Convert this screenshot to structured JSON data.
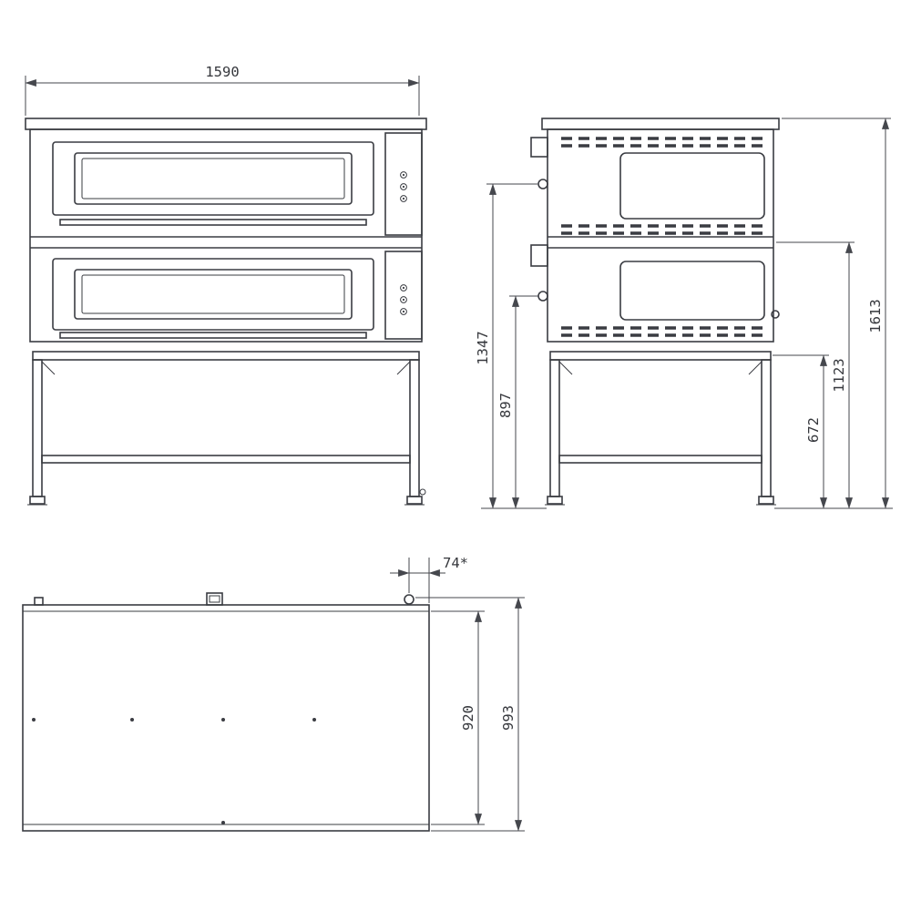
{
  "colors": {
    "line": "#3a3c42",
    "dimension": "#45474d",
    "background": "#ffffff"
  },
  "views": {
    "front": {
      "width_label": "1590"
    },
    "side": {
      "overall_height_label": "1613",
      "upper_knob_height_label": "1347",
      "lower_knob_height_label": "897",
      "deck_split_height_label": "1123",
      "stand_height_label": "672"
    },
    "top": {
      "hinge_offset_label": "74*",
      "inner_depth_label": "920",
      "overall_depth_label": "993"
    }
  }
}
